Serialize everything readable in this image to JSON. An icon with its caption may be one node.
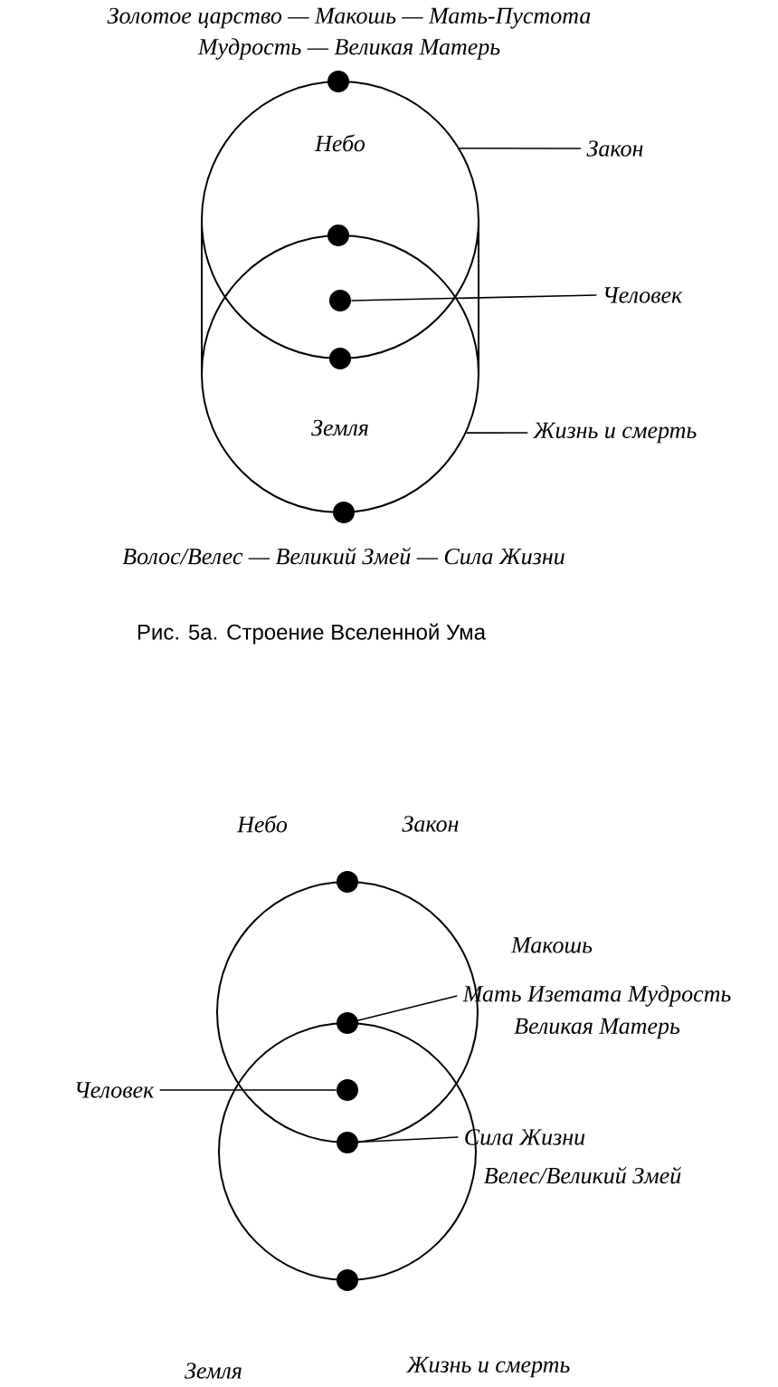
{
  "diagram": {
    "caption": "Рис. 5а. Строение Вселенной Ума",
    "nodes": [
      {
        "text": [
          "Небо"
        ]
      },
      {
        "text": [
          "Закон"
        ]
      },
      {
        "text": [],
        "shape": "circle"
      },
      {
        "text": [],
        "shape": "circle",
        "in": 0
      },
      {
        "text": [],
        "shape": "circle"
      },
      {
        "text": [
          "Человек"
        ]
      },
      {
        "text": [],
        "shape": "circle",
        "in": 7
      },
      {
        "text": [
          "Земля"
        ]
      },
      {
        "text": [
          "Жизнь и смерть"
        ]
      },
      {
        "text": [],
        "shape": "circle"
      },
      {
        "text": [],
        "shape": "circle"
      },
      {
        "text": [],
        "shape": "circle"
      },
      {
        "text": [
          "Мать Изетата Мудрость"
        ]
      },
      {
        "text": [],
        "shape": "circle",
        "in": 10
      },
      {
        "text": [
          "Человек"
        ]
      },
      {
        "text": [],
        "shape": "circle"
      },
      {
        "text": [],
        "shape": "circle",
        "in": 18
      },
      {
        "text": [
          "Сила Жизни"
        ]
      },
      {
        "text": [],
        "shape": "circle"
      },
      {
        "text": [],
        "shape": "circle"
      }
    ],
    "edges": [
      {
        "from": 1,
        "to": 0,
        "arrow": "none"
      },
      {
        "from": 5,
        "to": 4,
        "arrow": "none"
      },
      {
        "from": 8,
        "to": 7,
        "arrow": "none"
      },
      {
        "from": 12,
        "to": 13,
        "arrow": "none"
      },
      {
        "from": 14,
        "to": 15,
        "arrow": "none"
      },
      {
        "from": 17,
        "to": 16,
        "arrow": "none"
      }
    ],
    "labels": [
      "Золотое царство — Макошь — Мать-Пустота",
      "Мудрость — Великая Матерь",
      "Волос/Велес — Великий Змей — Сила Жизни",
      "Небо",
      "Закон",
      "Макошь",
      "Великая Матерь",
      "Велес/Великий Змей",
      "Земля",
      "Жизнь и смерть"
    ]
  }
}
